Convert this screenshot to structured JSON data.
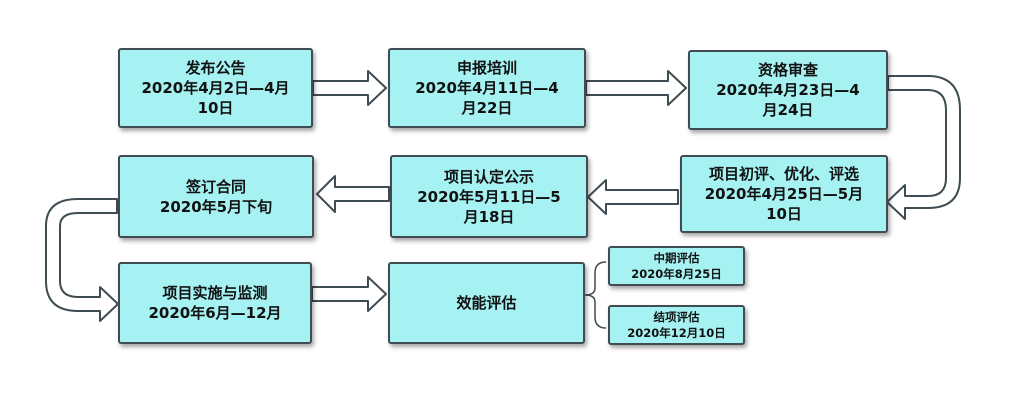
{
  "steps": {
    "publish": "发布公告\n2020年4月2日—4月\n10日",
    "apply": "申报培训\n2020年4月11日—4\n月22日",
    "review": "资格审查\n2020年4月23日—4\n月24日",
    "select": "项目初评、优化、评选\n2020年4月25日—5月\n10日",
    "announce": "项目认定公示\n2020年5月11日—5\n月18日",
    "contract": "签订合同\n2020年5月下旬",
    "implement": "项目实施与监测\n2020年6月—12月",
    "evaluate": "效能评估",
    "midterm": "中期评估\n2020年8月25日",
    "final": "结项评估\n2020年12月10日"
  },
  "colors": {
    "node_fill": "#a6f2f2",
    "node_border": "#3f4d52",
    "arrow_stroke": "#3f4d52",
    "arrow_fill": "#ffffff"
  }
}
